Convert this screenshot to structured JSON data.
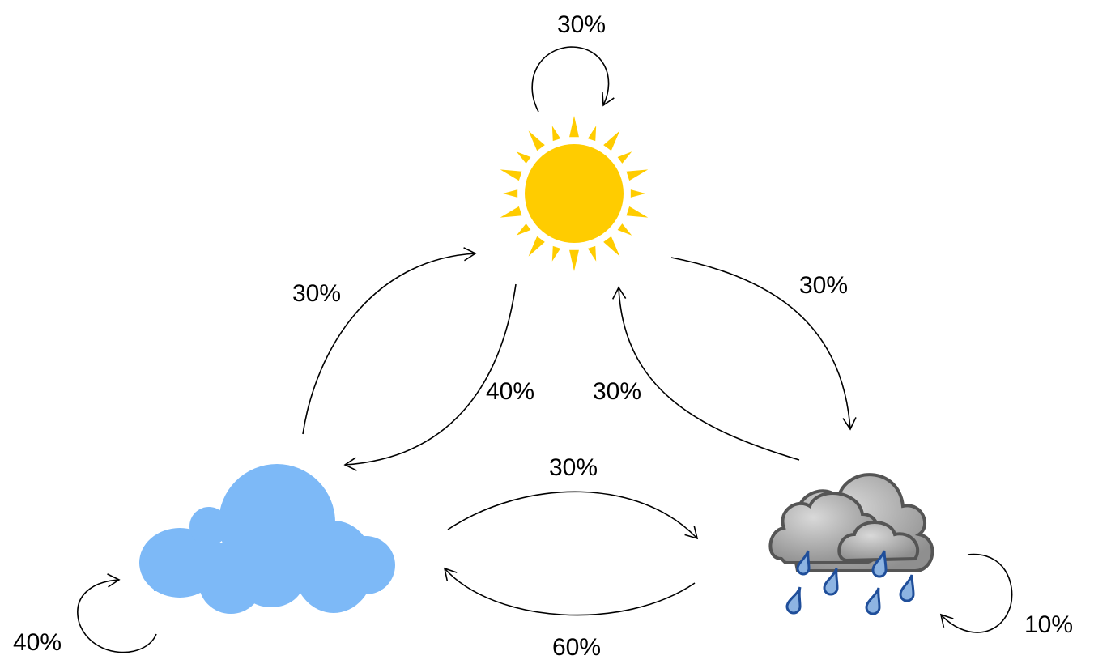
{
  "states": [
    {
      "id": "sunny",
      "icon": "sun-icon"
    },
    {
      "id": "cloudy",
      "icon": "cloud-icon"
    },
    {
      "id": "rainy",
      "icon": "rain-cloud-icon"
    }
  ],
  "transitions": {
    "sunny_to_sunny": "30%",
    "cloudy_to_sunny": "30%",
    "sunny_to_cloudy": "40%",
    "rainy_to_sunny": "30%",
    "sunny_to_rainy": "30%",
    "cloudy_to_rainy": "30%",
    "rainy_to_cloudy": "60%",
    "cloudy_to_cloudy": "40%",
    "rainy_to_rainy": "10%"
  },
  "colors": {
    "sun": "#FFCC00",
    "cloud": "#7DB9F7",
    "rain_cloud": "#A8A8A8",
    "rain_cloud_outline": "#555555",
    "raindrop": "#8DB4E2",
    "raindrop_outline": "#1F4E9A"
  }
}
